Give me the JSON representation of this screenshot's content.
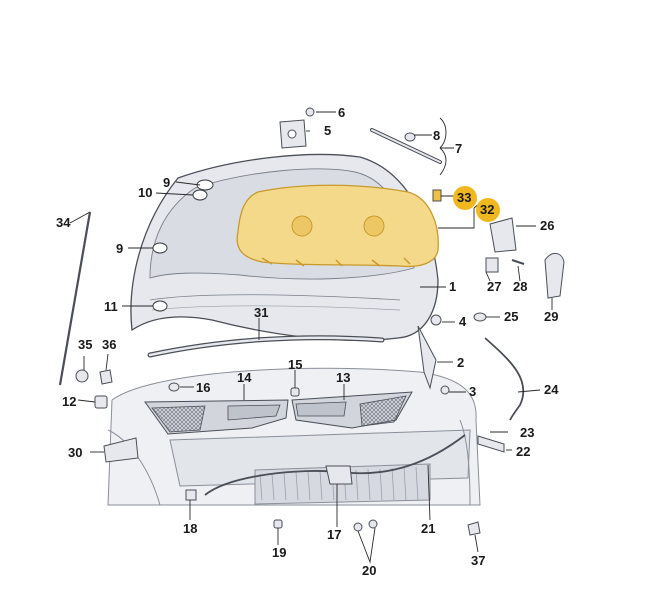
{
  "callouts": [
    {
      "id": "1",
      "label": "1"
    },
    {
      "id": "2",
      "label": "2"
    },
    {
      "id": "3",
      "label": "3"
    },
    {
      "id": "4",
      "label": "4"
    },
    {
      "id": "5",
      "label": "5"
    },
    {
      "id": "6",
      "label": "6"
    },
    {
      "id": "7",
      "label": "7"
    },
    {
      "id": "8",
      "label": "8"
    },
    {
      "id": "9a",
      "label": "9"
    },
    {
      "id": "9b",
      "label": "9"
    },
    {
      "id": "10",
      "label": "10"
    },
    {
      "id": "11",
      "label": "11"
    },
    {
      "id": "12",
      "label": "12"
    },
    {
      "id": "13",
      "label": "13"
    },
    {
      "id": "14",
      "label": "14"
    },
    {
      "id": "15",
      "label": "15"
    },
    {
      "id": "16",
      "label": "16"
    },
    {
      "id": "17",
      "label": "17"
    },
    {
      "id": "18",
      "label": "18"
    },
    {
      "id": "19",
      "label": "19"
    },
    {
      "id": "20",
      "label": "20"
    },
    {
      "id": "21",
      "label": "21"
    },
    {
      "id": "22",
      "label": "22"
    },
    {
      "id": "23",
      "label": "23"
    },
    {
      "id": "24",
      "label": "24"
    },
    {
      "id": "25",
      "label": "25"
    },
    {
      "id": "26",
      "label": "26"
    },
    {
      "id": "27",
      "label": "27"
    },
    {
      "id": "28",
      "label": "28"
    },
    {
      "id": "29",
      "label": "29"
    },
    {
      "id": "30",
      "label": "30"
    },
    {
      "id": "31",
      "label": "31"
    },
    {
      "id": "32",
      "label": "32"
    },
    {
      "id": "33",
      "label": "33"
    },
    {
      "id": "34",
      "label": "34"
    },
    {
      "id": "35",
      "label": "35"
    },
    {
      "id": "36",
      "label": "36"
    },
    {
      "id": "37",
      "label": "37"
    }
  ],
  "highlighted": [
    "32",
    "33"
  ],
  "colors": {
    "highlight": "#f0b820",
    "insulation_fill": "#f5d98a",
    "insulation_stroke": "#c99a2a",
    "part_fill": "#e6e8ee",
    "part_stroke": "#5a5f6a",
    "line": "#2a2a2a"
  }
}
